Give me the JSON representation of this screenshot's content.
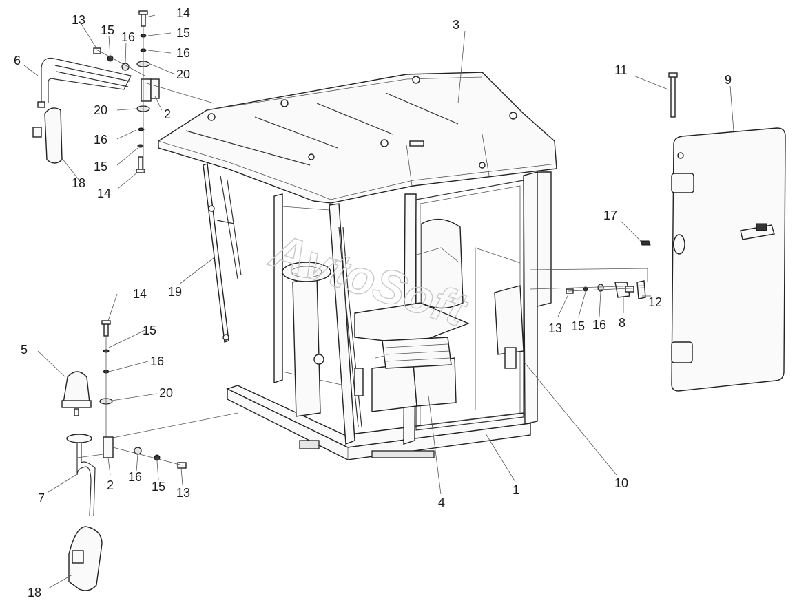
{
  "callouts": {
    "n1": "1",
    "n2a": "2",
    "n2b": "2",
    "n3": "3",
    "n4": "4",
    "n5": "5",
    "n6": "6",
    "n7": "7",
    "n8": "8",
    "n9": "9",
    "n10": "10",
    "n11": "11",
    "n12": "12",
    "n13a": "13",
    "n13b": "13",
    "n13c": "13",
    "n14a": "14",
    "n14b": "14",
    "n14c": "14",
    "n15a": "15",
    "n15b": "15",
    "n15c": "15",
    "n15d": "15",
    "n15e": "15",
    "n15f": "15",
    "n16a": "16",
    "n16b": "16",
    "n16c": "16",
    "n16d": "16",
    "n16e": "16",
    "n16f": "16",
    "n17": "17",
    "n18a": "18",
    "n18b": "18",
    "n19": "19",
    "n20a": "20",
    "n20b": "20",
    "n20c": "20"
  },
  "watermark": "AvtoSoft"
}
